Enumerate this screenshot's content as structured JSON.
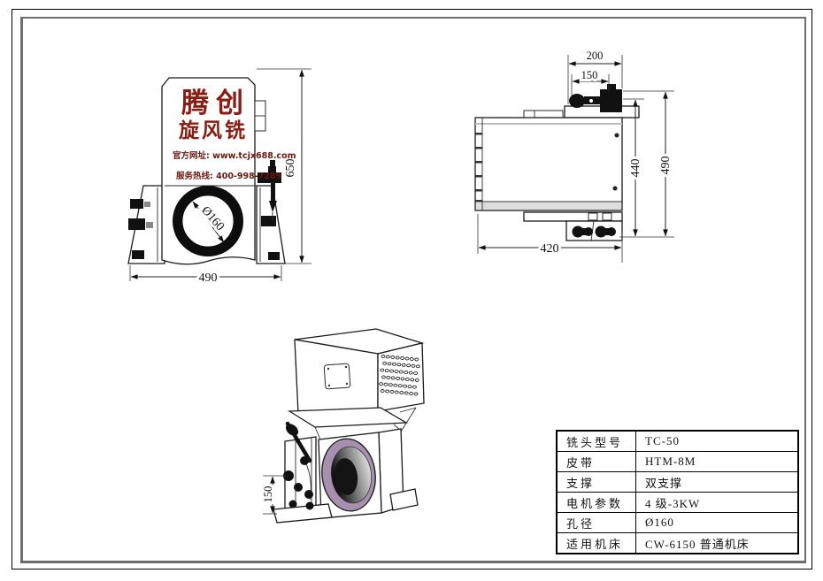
{
  "drawing": {
    "front_view": {
      "brand_title": "腾创",
      "brand_subtitle": "旋风铣",
      "website_line": "官方网址: www.tcjx688.com",
      "hotline_line": "服务热线: 400-998-7289",
      "dim_overall_height": "650",
      "dim_base_width": "490",
      "dim_bore": "Ø160"
    },
    "side_view": {
      "dim_bracket_width": "200",
      "dim_roller_span": "150",
      "dim_inner_height": "440",
      "dim_overall_height": "490",
      "dim_body_length": "420"
    },
    "iso_view": {
      "dim_lever_span": "150"
    }
  },
  "spec_table": {
    "rows": [
      {
        "label": "铣头型号",
        "value": "TC-50"
      },
      {
        "label": "皮带",
        "value": "HTM-8M"
      },
      {
        "label": "支撑",
        "value": "双支撑"
      },
      {
        "label": "电机参数",
        "value": "4 级-3KW"
      },
      {
        "label": "孔径",
        "value": "Ø160"
      },
      {
        "label": "适用机床",
        "value": "CW-6150 普通机床"
      }
    ]
  },
  "colors": {
    "brand_red": "#8b1c12",
    "contact_maroon": "#6e1710",
    "bore_ring_purple": "#a78fb0",
    "line_black": "#1a1a1a",
    "frame_gray": "#6d6d6d"
  }
}
